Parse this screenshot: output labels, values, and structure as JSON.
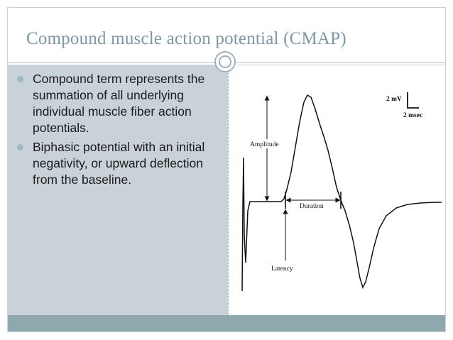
{
  "slide": {
    "title": "Compound muscle action potential (CMAP)",
    "bullets": [
      {
        "text": "Compound term represents the summation of all underlying individual muscle fiber action potentials."
      },
      {
        "text": "Biphasic potential with an initial negativity, or upward deflection from the baseline."
      }
    ]
  },
  "diagram": {
    "labels": {
      "amplitude": "Amplitude",
      "duration": "Duration",
      "latency": "Latency",
      "scale_voltage": "2 mV",
      "scale_time": "2 msec"
    }
  },
  "colors": {
    "title": "#7d98a4",
    "panel": "#c9d2d9",
    "bottom_bar": "#8fa8ad",
    "bullet": "#9fb8bf"
  }
}
